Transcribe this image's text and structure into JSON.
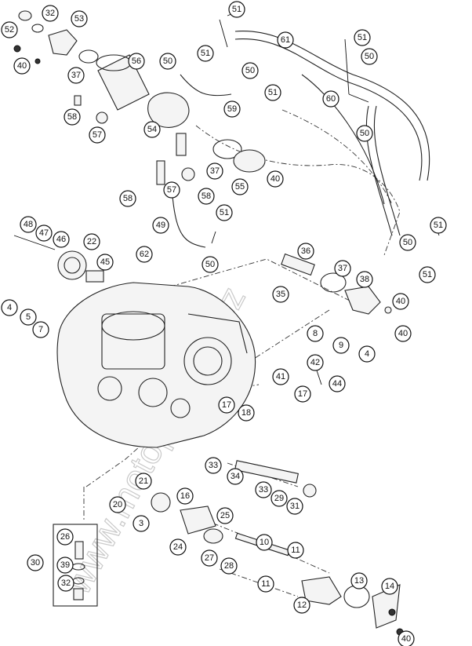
{
  "watermark": "www.motoparts-cz.cz",
  "callouts": [
    {
      "id": "c52a",
      "label": "52"
    },
    {
      "id": "c32a",
      "label": "32"
    },
    {
      "id": "c53",
      "label": "53"
    },
    {
      "id": "c40a",
      "label": "40"
    },
    {
      "id": "c37a",
      "label": "37"
    },
    {
      "id": "c56",
      "label": "56"
    },
    {
      "id": "c58a",
      "label": "58"
    },
    {
      "id": "c57a",
      "label": "57"
    },
    {
      "id": "c51a",
      "label": "51"
    },
    {
      "id": "c50a",
      "label": "50"
    },
    {
      "id": "c51b",
      "label": "51"
    },
    {
      "id": "c50b",
      "label": "50"
    },
    {
      "id": "c59",
      "label": "59"
    },
    {
      "id": "c61",
      "label": "61"
    },
    {
      "id": "c51c",
      "label": "51"
    },
    {
      "id": "c50c",
      "label": "50"
    },
    {
      "id": "c51d",
      "label": "51"
    },
    {
      "id": "c60",
      "label": "60"
    },
    {
      "id": "c50d",
      "label": "50"
    },
    {
      "id": "c54",
      "label": "54"
    },
    {
      "id": "c37b",
      "label": "37"
    },
    {
      "id": "c40b",
      "label": "40"
    },
    {
      "id": "c55",
      "label": "55"
    },
    {
      "id": "c57b",
      "label": "57"
    },
    {
      "id": "c58b",
      "label": "58"
    },
    {
      "id": "c58c",
      "label": "58"
    },
    {
      "id": "c49",
      "label": "49"
    },
    {
      "id": "c51e",
      "label": "51"
    },
    {
      "id": "c50e",
      "label": "50"
    },
    {
      "id": "c51f",
      "label": "51"
    },
    {
      "id": "c50f",
      "label": "50"
    },
    {
      "id": "c51g",
      "label": "51"
    },
    {
      "id": "c48",
      "label": "48"
    },
    {
      "id": "c47",
      "label": "47"
    },
    {
      "id": "c46",
      "label": "46"
    },
    {
      "id": "c22",
      "label": "22"
    },
    {
      "id": "c45",
      "label": "45"
    },
    {
      "id": "c62",
      "label": "62"
    },
    {
      "id": "c36",
      "label": "36"
    },
    {
      "id": "c37c",
      "label": "37"
    },
    {
      "id": "c38",
      "label": "38"
    },
    {
      "id": "c35",
      "label": "35"
    },
    {
      "id": "c40c",
      "label": "40"
    },
    {
      "id": "c40d",
      "label": "40"
    },
    {
      "id": "c4a",
      "label": "4"
    },
    {
      "id": "c5",
      "label": "5"
    },
    {
      "id": "c7",
      "label": "7"
    },
    {
      "id": "c8",
      "label": "8"
    },
    {
      "id": "c9",
      "label": "9"
    },
    {
      "id": "c4b",
      "label": "4"
    },
    {
      "id": "c42",
      "label": "42"
    },
    {
      "id": "c41",
      "label": "41"
    },
    {
      "id": "c44",
      "label": "44"
    },
    {
      "id": "c17a",
      "label": "17"
    },
    {
      "id": "c17b",
      "label": "17"
    },
    {
      "id": "c18",
      "label": "18"
    },
    {
      "id": "c33a",
      "label": "33"
    },
    {
      "id": "c34",
      "label": "34"
    },
    {
      "id": "c33b",
      "label": "33"
    },
    {
      "id": "c29",
      "label": "29"
    },
    {
      "id": "c31",
      "label": "31"
    },
    {
      "id": "c21",
      "label": "21"
    },
    {
      "id": "c20",
      "label": "20"
    },
    {
      "id": "c16",
      "label": "16"
    },
    {
      "id": "c3",
      "label": "3"
    },
    {
      "id": "c25",
      "label": "25"
    },
    {
      "id": "c24",
      "label": "24"
    },
    {
      "id": "c26",
      "label": "26"
    },
    {
      "id": "c10",
      "label": "10"
    },
    {
      "id": "c11a",
      "label": "11"
    },
    {
      "id": "c27",
      "label": "27"
    },
    {
      "id": "c28",
      "label": "28"
    },
    {
      "id": "c30",
      "label": "30"
    },
    {
      "id": "c39",
      "label": "39"
    },
    {
      "id": "c32b",
      "label": "32"
    },
    {
      "id": "c11b",
      "label": "11"
    },
    {
      "id": "c13",
      "label": "13"
    },
    {
      "id": "c14",
      "label": "14"
    },
    {
      "id": "c12",
      "label": "12"
    },
    {
      "id": "c40e",
      "label": "40"
    }
  ]
}
